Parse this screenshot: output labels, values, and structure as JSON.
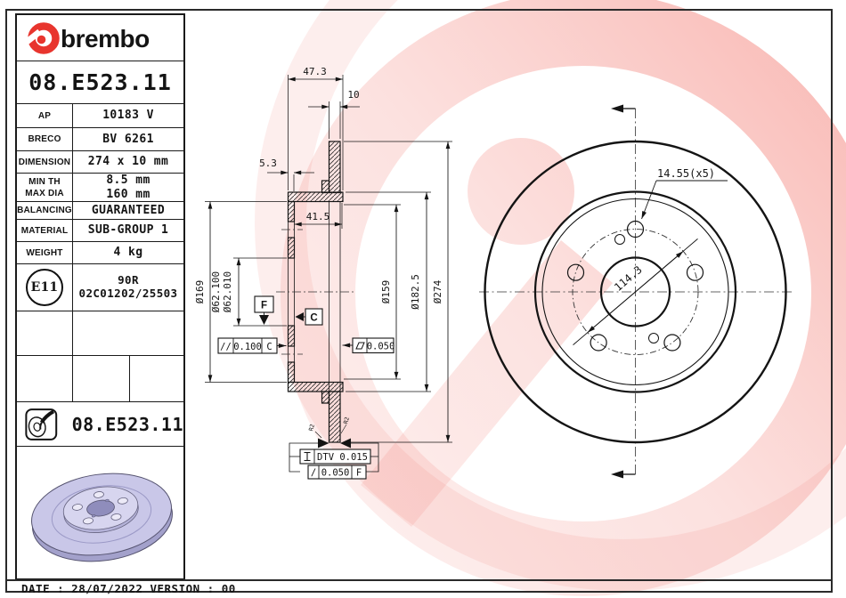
{
  "colors": {
    "brand_red": "#e8352e",
    "watermark_pink": "#f2b9b3",
    "disc_lavender": "#c9c7e8",
    "line_black": "#141414"
  },
  "icons": {
    "brand_mark": "brembo-ring-logo",
    "footer_icon": "brake-disc-wheel-icon",
    "flatness_symbol": "parallelogram",
    "dtv_symbol": "i-beam-bar",
    "section_arrows": "filled-left-triangles"
  },
  "header": {
    "brand_wordmark": "brembo",
    "part_number": "08.E523.11"
  },
  "spec_table": {
    "rows": [
      {
        "label": "AP",
        "value": "10183 V"
      },
      {
        "label": "BRECO",
        "value": "BV 6261"
      },
      {
        "label": "DIMENSION",
        "value": "274 x 10 mm"
      },
      {
        "label": "MIN TH",
        "label2": "MAX DIA",
        "value": "8.5 mm",
        "value2": "160 mm"
      },
      {
        "label": "BALANCING",
        "value": "GUARANTEED"
      },
      {
        "label": "MATERIAL",
        "value": "SUB-GROUP 1"
      },
      {
        "label": "WEIGHT",
        "value": "4 kg"
      }
    ]
  },
  "homologation": {
    "mark": "E11",
    "approval_line1": "90R",
    "approval_line2": "02C01202/25503"
  },
  "footer_block": {
    "part_number": "08.E523.11"
  },
  "date_bar": {
    "text": "DATE : 28/07/2022 VERSION : 00"
  },
  "section_view": {
    "dims": {
      "total_width": "47.3",
      "band_thickness": "10",
      "flange_thickness": "5.3",
      "hat_depth": "41.5",
      "hat_od": "Ø169",
      "bore_max": "Ø62.100",
      "bore_min": "Ø62.010",
      "inner_dia": "Ø159",
      "band_inner_dia": "Ø182.5",
      "outer_dia": "Ø274"
    },
    "datum_f": "F",
    "datum_c": "C",
    "tolerances": {
      "parallelism": {
        "symbol": "//",
        "value": "0.100",
        "datum": "C"
      },
      "flatness": {
        "value": "0.050"
      },
      "dtv": {
        "text": "DTV 0.015"
      },
      "runout": {
        "symbol": "/",
        "value": "0.050",
        "datum": "F"
      }
    },
    "roughness": {
      "left": "R2",
      "right": "R2"
    }
  },
  "front_view": {
    "bolt_hole_dia": "14.55(x5)",
    "bolt_circle_dia": "114.3"
  }
}
